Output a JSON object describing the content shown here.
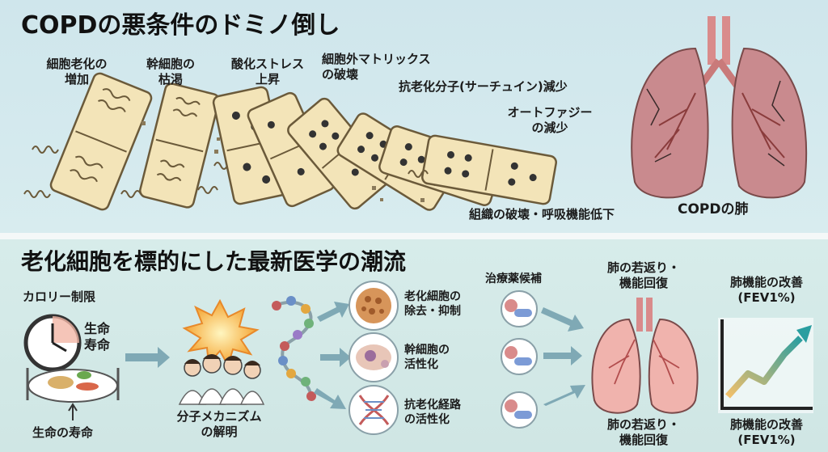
{
  "top": {
    "title": "COPDの悪条件のドミノ倒し",
    "domino_labels": [
      {
        "line1": "細胞老化の",
        "line2": "増加"
      },
      {
        "line1": "幹細胞の",
        "line2": "枯渇"
      },
      {
        "line1": "酸化ストレス",
        "line2": "上昇"
      },
      {
        "line1": "細胞外マトリックス",
        "line2": "の破壊"
      },
      {
        "line1": "抗老化分子(サーチュイン)減少",
        "line2": ""
      },
      {
        "line1": "オートファジー",
        "line2": "の減少"
      }
    ],
    "result_label": "組織の破壊・呼吸機能低下",
    "lung_label": "COPDの肺"
  },
  "bottom": {
    "title": "老化細胞を標的にした最新医学の潮流",
    "calorie": {
      "title": "カロリー制限",
      "clock_text1": "生命",
      "clock_text2": "寿命",
      "bottom_label": "生命の寿命"
    },
    "mechanism": {
      "line1": "分子メカニズム",
      "line2": "の解明"
    },
    "therapies": [
      {
        "line1": "老化細胞の",
        "line2": "除去・抑制"
      },
      {
        "line1": "幹細胞の",
        "line2": "活性化"
      },
      {
        "line1": "抗老化経路",
        "line2": "の活性化"
      }
    ],
    "drug_candidates": "治療薬候補",
    "rejuv_top": {
      "line1": "肺の若返り・",
      "line2": "機能回復"
    },
    "rejuv_bottom": {
      "line1": "肺の若返り・",
      "line2": "機能回復"
    },
    "improve_top": {
      "line1": "肺機能の改善",
      "line2": "(FEV1%)"
    },
    "improve_bottom": {
      "line1": "肺機能の改善",
      "line2": "(FEV1%)"
    }
  },
  "colors": {
    "domino_face": "#f3e4b8",
    "domino_edge": "#6b5a3a",
    "lung": "#d98b8b",
    "arrow": "#7fa9b5",
    "graph_arrow": "#2a9ea0"
  }
}
